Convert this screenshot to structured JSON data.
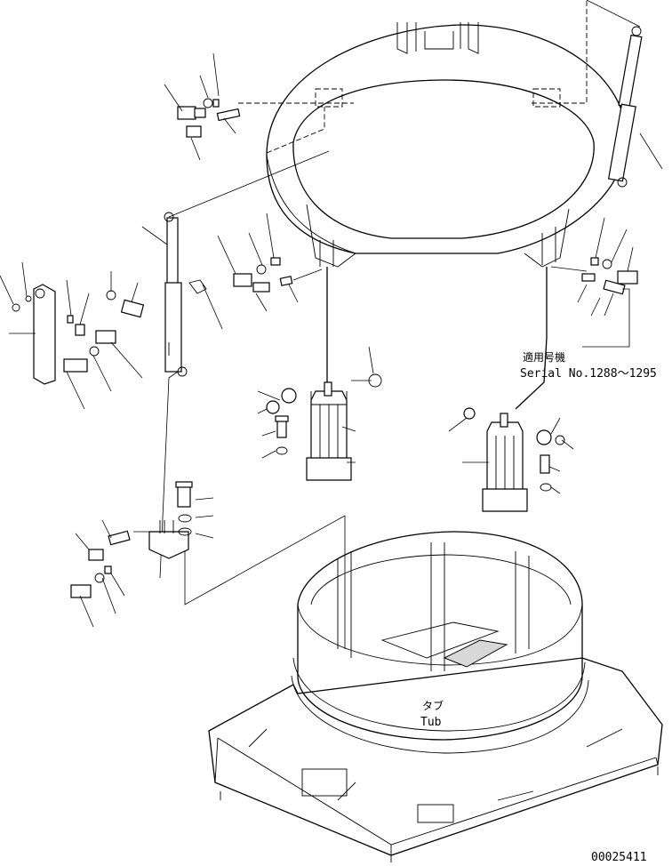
{
  "labels": {
    "applicable_serial_jp": "適用号機",
    "serial_range": "Serial No.1288～1295",
    "tub_jp": "タブ",
    "tub_en": "Tub",
    "figure_id": "00025411"
  }
}
